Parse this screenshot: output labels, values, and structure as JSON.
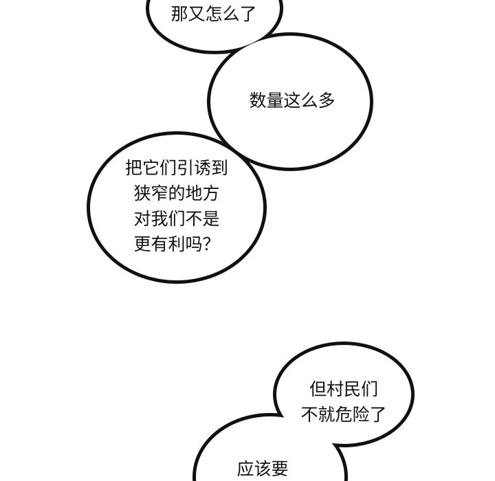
{
  "bubbles": [
    {
      "lines": [
        "那又怎么了"
      ]
    },
    {
      "lines": [
        "数量这么多"
      ]
    },
    {
      "lines": [
        "把它们引诱到",
        "狭窄的地方",
        "对我们不是",
        "更有利吗？"
      ]
    },
    {
      "lines": [
        "但村民们",
        "不就危险了"
      ]
    },
    {
      "lines": [
        "应该要"
      ]
    }
  ],
  "colors": {
    "outline": "#111111",
    "fill": "#ffffff"
  }
}
